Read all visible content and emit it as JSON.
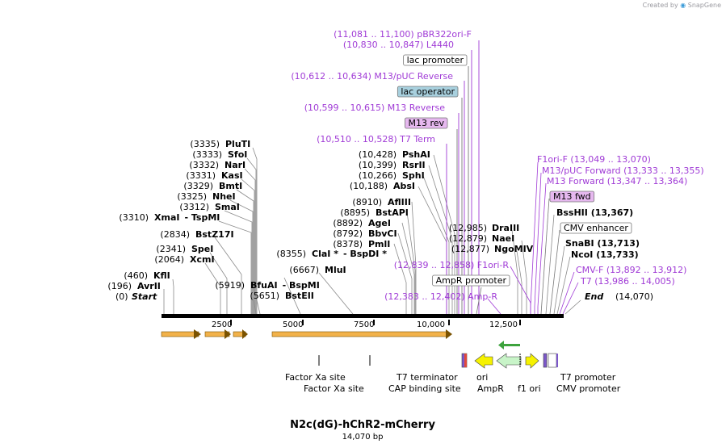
{
  "credit": {
    "prefix": "Created by",
    "brand": "SnapGene"
  },
  "map": {
    "title": "N2c(dG)-hChR2-mCherry",
    "length_label": "14,070 bp",
    "start_label": "Start",
    "start_pos": "(0)",
    "end_label": "End",
    "end_pos": "(14,070)"
  },
  "ruler": [
    "2500",
    "5000",
    "7500",
    "10,000",
    "12,500"
  ],
  "colors": {
    "enzyme": "#000000",
    "primer": "#a03bd6",
    "backbone": "#000000"
  },
  "left_sites": [
    {
      "pos": "(3335)",
      "name": "PluTI"
    },
    {
      "pos": "(3333)",
      "name": "SfoI"
    },
    {
      "pos": "(3332)",
      "name": "NarI"
    },
    {
      "pos": "(3331)",
      "name": "KasI"
    },
    {
      "pos": "(3329)",
      "name": "BmtI"
    },
    {
      "pos": "(3325)",
      "name": "NheI"
    },
    {
      "pos": "(3312)",
      "name": "SmaI"
    },
    {
      "pos": "(3310)",
      "name": "XmaI",
      "extra": "- TspMI"
    },
    {
      "pos": "(2834)",
      "name": "BstZ17I"
    },
    {
      "pos": "(2341)",
      "name": "SpeI"
    },
    {
      "pos": "(2064)",
      "name": "XcmI"
    },
    {
      "pos": "(460)",
      "name": "KflI"
    },
    {
      "pos": "(196)",
      "name": "AvrII"
    }
  ],
  "mid_left_sites": [
    {
      "pos": "(8355)",
      "name": "ClaI *",
      "extra": "- BspDI *"
    },
    {
      "pos": "(6667)",
      "name": "MluI"
    },
    {
      "pos": "(5919)",
      "name": "BfuAI",
      "extra": "- BspMI"
    },
    {
      "pos": "(5651)",
      "name": "BstEII"
    }
  ],
  "mid_sites": [
    {
      "pos": "(10,428)",
      "name": "PshAI"
    },
    {
      "pos": "(10,399)",
      "name": "RsrII"
    },
    {
      "pos": "(10,266)",
      "name": "SphI"
    },
    {
      "pos": "(10,188)",
      "name": "AbsI"
    },
    {
      "pos": "(8910)",
      "name": "AflIII"
    },
    {
      "pos": "(8895)",
      "name": "BstAPI"
    },
    {
      "pos": "(8892)",
      "name": "AgeI"
    },
    {
      "pos": "(8792)",
      "name": "BbvCI"
    },
    {
      "pos": "(8378)",
      "name": "PmlI"
    }
  ],
  "top_features": [
    {
      "text": "(11,081 .. 11,100)  pBR322ori-F",
      "kind": "primer"
    },
    {
      "text": "(10,830 .. 10,847)  L4440",
      "kind": "primer"
    },
    {
      "text": "lac promoter",
      "kind": "box"
    },
    {
      "text": "(10,612 .. 10,634)  M13/pUC Reverse",
      "kind": "primer"
    },
    {
      "text": "lac operator",
      "kind": "box-teal"
    },
    {
      "text": "(10,599 .. 10,615)  M13 Reverse",
      "kind": "primer"
    },
    {
      "text": "M13 rev",
      "kind": "box-purple"
    },
    {
      "text": "(10,510 .. 10,528)  T7 Term",
      "kind": "primer"
    }
  ],
  "right_mid_sites": [
    {
      "pos": "(12,985)",
      "name": "DraIII"
    },
    {
      "pos": "(12,879)",
      "name": "NaeI"
    },
    {
      "pos": "(12,877)",
      "name": "NgoMIV"
    }
  ],
  "right_mid_features": [
    {
      "text": "(12,839 .. 12,858)  F1ori-R",
      "kind": "primer"
    },
    {
      "text": "AmpR promoter",
      "kind": "box"
    },
    {
      "text": "(12,383 .. 12,402)  Amp-R",
      "kind": "primer"
    }
  ],
  "right_features": [
    {
      "text": "F1ori-F   (13,049 .. 13,070)",
      "kind": "primer"
    },
    {
      "text": "M13/pUC Forward   (13,333 .. 13,355)",
      "kind": "primer"
    },
    {
      "text": "M13 Forward   (13,347 .. 13,364)",
      "kind": "primer"
    },
    {
      "text": "M13 fwd",
      "kind": "box-purple"
    },
    {
      "text": "BssHII   (13,367)",
      "kind": "enzyme"
    },
    {
      "text": "CMV enhancer",
      "kind": "box"
    },
    {
      "text": "SnaBI   (13,713)",
      "kind": "enzyme"
    },
    {
      "text": "NcoI   (13,733)",
      "kind": "enzyme"
    },
    {
      "text": "CMV-F   (13,892 .. 13,912)",
      "kind": "primer"
    },
    {
      "text": "T7   (13,986 .. 14,005)",
      "kind": "primer"
    }
  ],
  "bottom_labels": {
    "row1": [
      "Factor Xa site",
      "T7 terminator",
      "ori",
      "T7 promoter"
    ],
    "row2": [
      "Factor Xa site",
      "CAP binding site",
      "AmpR",
      "f1 ori",
      "CMV promoter"
    ]
  }
}
